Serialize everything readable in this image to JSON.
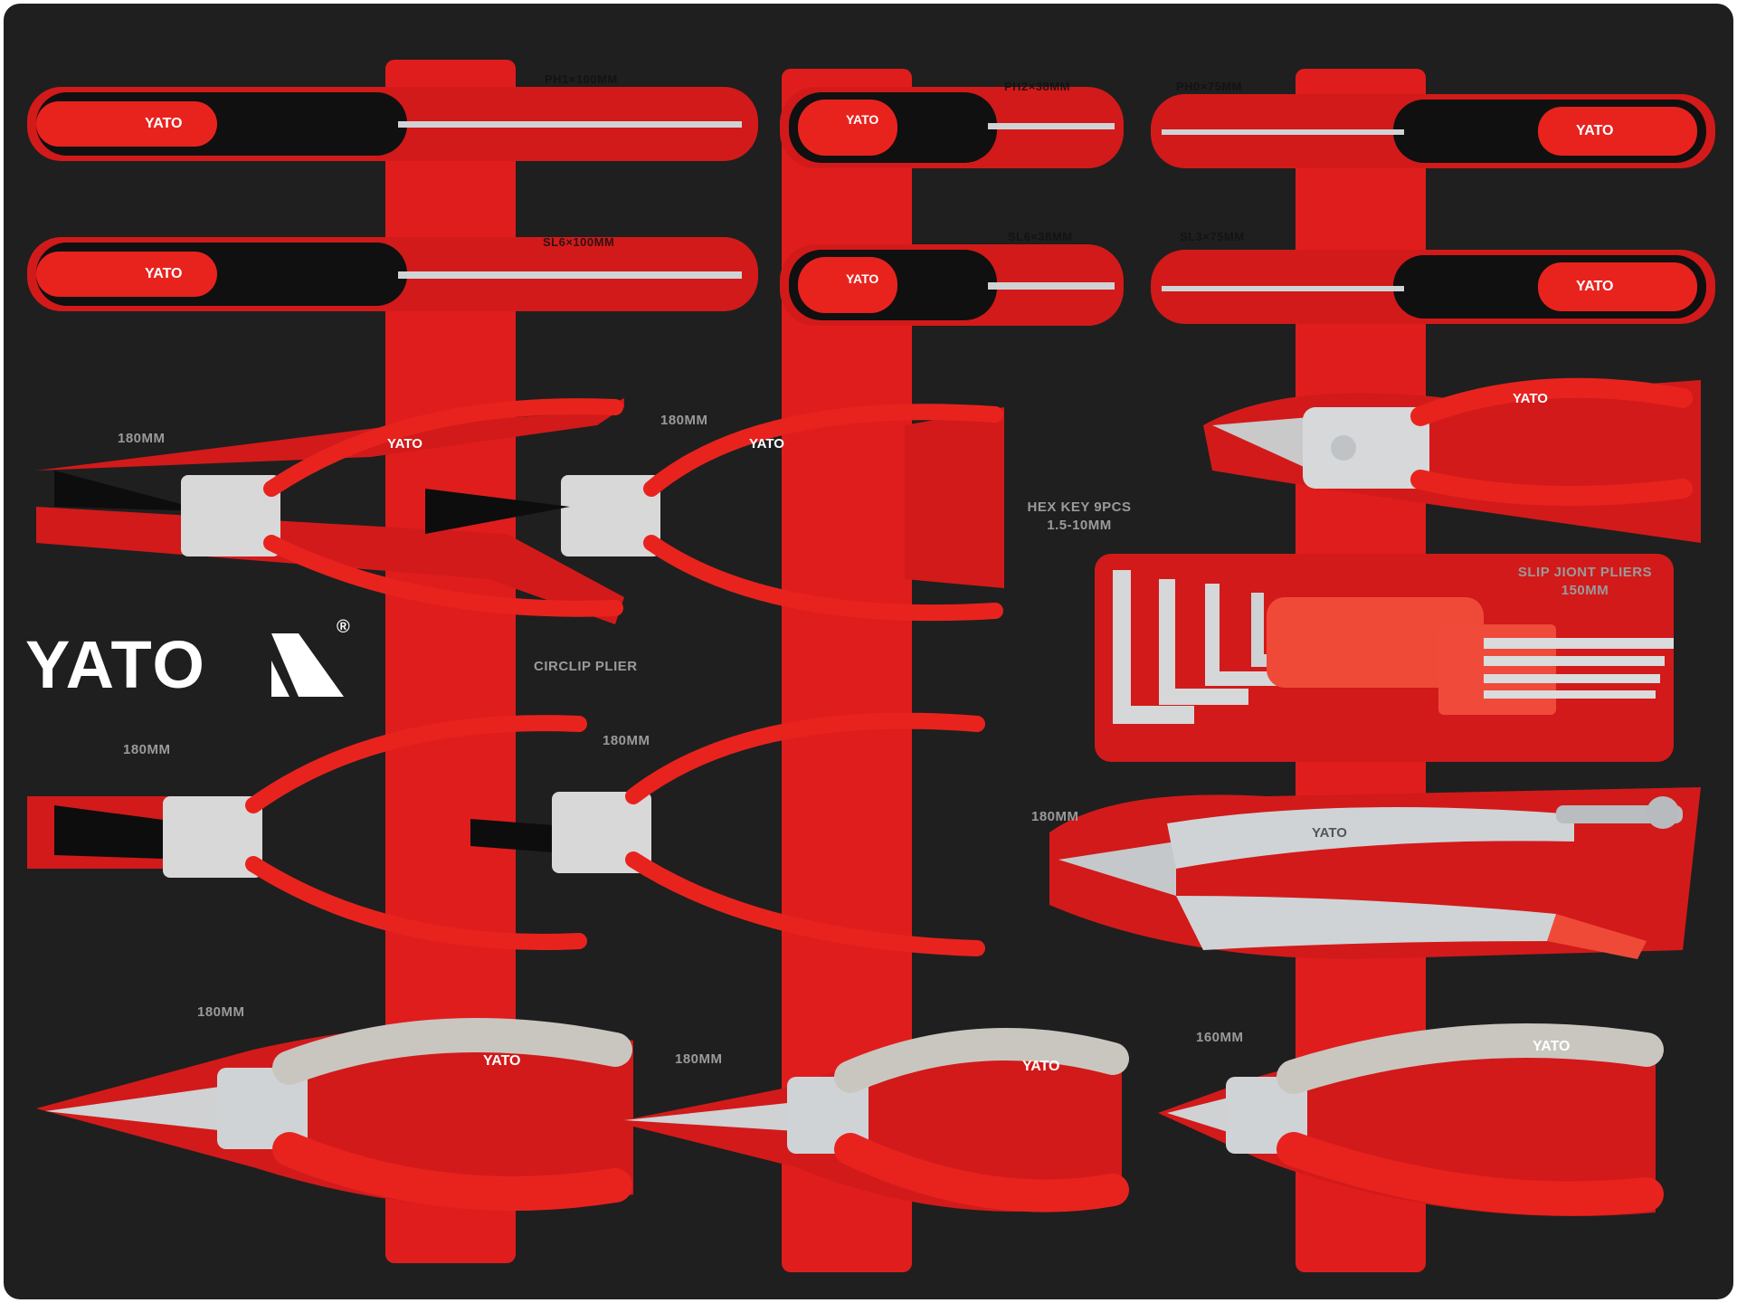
{
  "brand": {
    "logo_text": "YATO",
    "registered_mark": "®"
  },
  "tool_print": "YATO",
  "foam_labels": {
    "ph1_100": "PH1×100MM",
    "ph2_38": "PH2×38MM",
    "ph0_75": "PH0×75MM",
    "sl6_100": "SL6×100MM",
    "sl6_38": "SL6×38MM",
    "sl3_75": "SL3×75MM",
    "circlip_180_a": "180MM",
    "circlip_180_b": "180MM",
    "circlip_180_c": "180MM",
    "circlip_180_d": "180MM",
    "circlip_plier": "CIRCLIP PLIER",
    "hex_key": "HEX KEY 9PCS",
    "hex_key_range": "1.5-10MM",
    "slip_joint": "SLIP JIONT PLIERS",
    "slip_joint_size": "150MM",
    "locking": "180MM",
    "combination": "180MM",
    "long_nose": "180MM",
    "diagonal": "160MM"
  },
  "colors": {
    "foam_black": "#202020",
    "foam_red": "#e31e1e",
    "handle_red": "#e8231e",
    "handle_grey": "#c9c6c0",
    "steel": "#cfd3d6"
  }
}
